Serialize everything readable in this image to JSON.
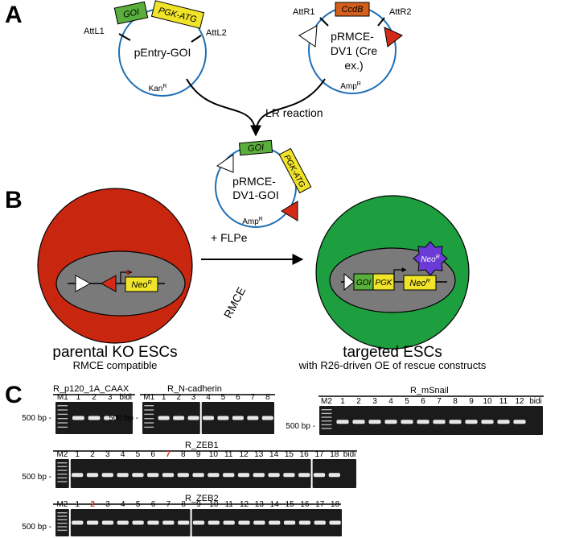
{
  "panels": {
    "a": "A",
    "b": "B",
    "c": "C"
  },
  "plasmid_entry": {
    "name": "pEntry-GOI",
    "att_left": "AttL1",
    "att_right": "AttL2",
    "gene": "GOI",
    "promoter": "PGK-ATG",
    "resistance": "Kan",
    "res_sup": "R"
  },
  "plasmid_dest": {
    "name_line1": "pRMCE-",
    "name_line2": "DV1 (Cre",
    "name_line3": "ex.)",
    "att_left": "AttR1",
    "att_right": "AttR2",
    "cassette": "CcdB",
    "resistance": "Amp",
    "res_sup": "R"
  },
  "reaction": {
    "label": "LR reaction"
  },
  "plasmid_product": {
    "name_line1": "pRMCE-",
    "name_line2": "DV1-GOI",
    "gene": "GOI",
    "promoter": "PGK-ATG",
    "resistance": "Amp",
    "res_sup": "R"
  },
  "flpe": {
    "label": "+ FLPe"
  },
  "rmce": {
    "label": "RMCE"
  },
  "parental_cell": {
    "title": "parental KO ESCs",
    "subtitle": "RMCE compatible",
    "neo": "Neo",
    "neo_sup": "R"
  },
  "targeted_cell": {
    "title": "targeted ESCs",
    "subtitle": "with R26-driven OE of rescue constructs",
    "gene": "GOI",
    "promoter": "PGK",
    "neo": "Neo",
    "neo_sup": "R",
    "neo_excised": "Neo",
    "neo_excised_sup": "R"
  },
  "gels": {
    "p120": {
      "title": "R_p120_1A_CAAX",
      "lanes": [
        "M1",
        "1",
        "2",
        "3",
        "bidi"
      ],
      "bp": "500 bp -"
    },
    "ncad": {
      "title": "R_N-cadherin",
      "lanes": [
        "M1",
        "1",
        "2",
        "3",
        "4",
        "5",
        "6",
        "7",
        "8"
      ],
      "bp": "500 bp -"
    },
    "msnail": {
      "title": "R_mSnail",
      "lanes": [
        "M2",
        "1",
        "2",
        "3",
        "4",
        "5",
        "6",
        "7",
        "8",
        "9",
        "10",
        "11",
        "12",
        "bidi"
      ],
      "bp": "500 bp -"
    },
    "zeb1": {
      "title": "R_ZEB1",
      "lanes": [
        "M2",
        "1",
        "2",
        "3",
        "4",
        "5",
        "6",
        "7",
        "8",
        "9",
        "10",
        "11",
        "12",
        "13",
        "14",
        "15",
        "16",
        "17",
        "18",
        "bidi"
      ],
      "highlight": "7",
      "bp": "500 bp -"
    },
    "zeb2": {
      "title": "R_ZEB2",
      "lanes": [
        "M2",
        "1",
        "2",
        "3",
        "4",
        "5",
        "6",
        "7",
        "8",
        "9",
        "10",
        "11",
        "12",
        "13",
        "14",
        "15",
        "16",
        "17",
        "18"
      ],
      "highlight": "2",
      "bp": "500 bp -"
    }
  },
  "colors": {
    "plasmid": "#1f6fb5",
    "cell_red": "#c9260f",
    "cell_green": "#1d9f3f",
    "nucleus": "#7a7a7a",
    "goi": "#5aae3c",
    "pgk": "#f0e42a",
    "ccdb": "#d45f1a",
    "neo_purple": "#6a3bd6",
    "highlight": "#d42a18"
  }
}
